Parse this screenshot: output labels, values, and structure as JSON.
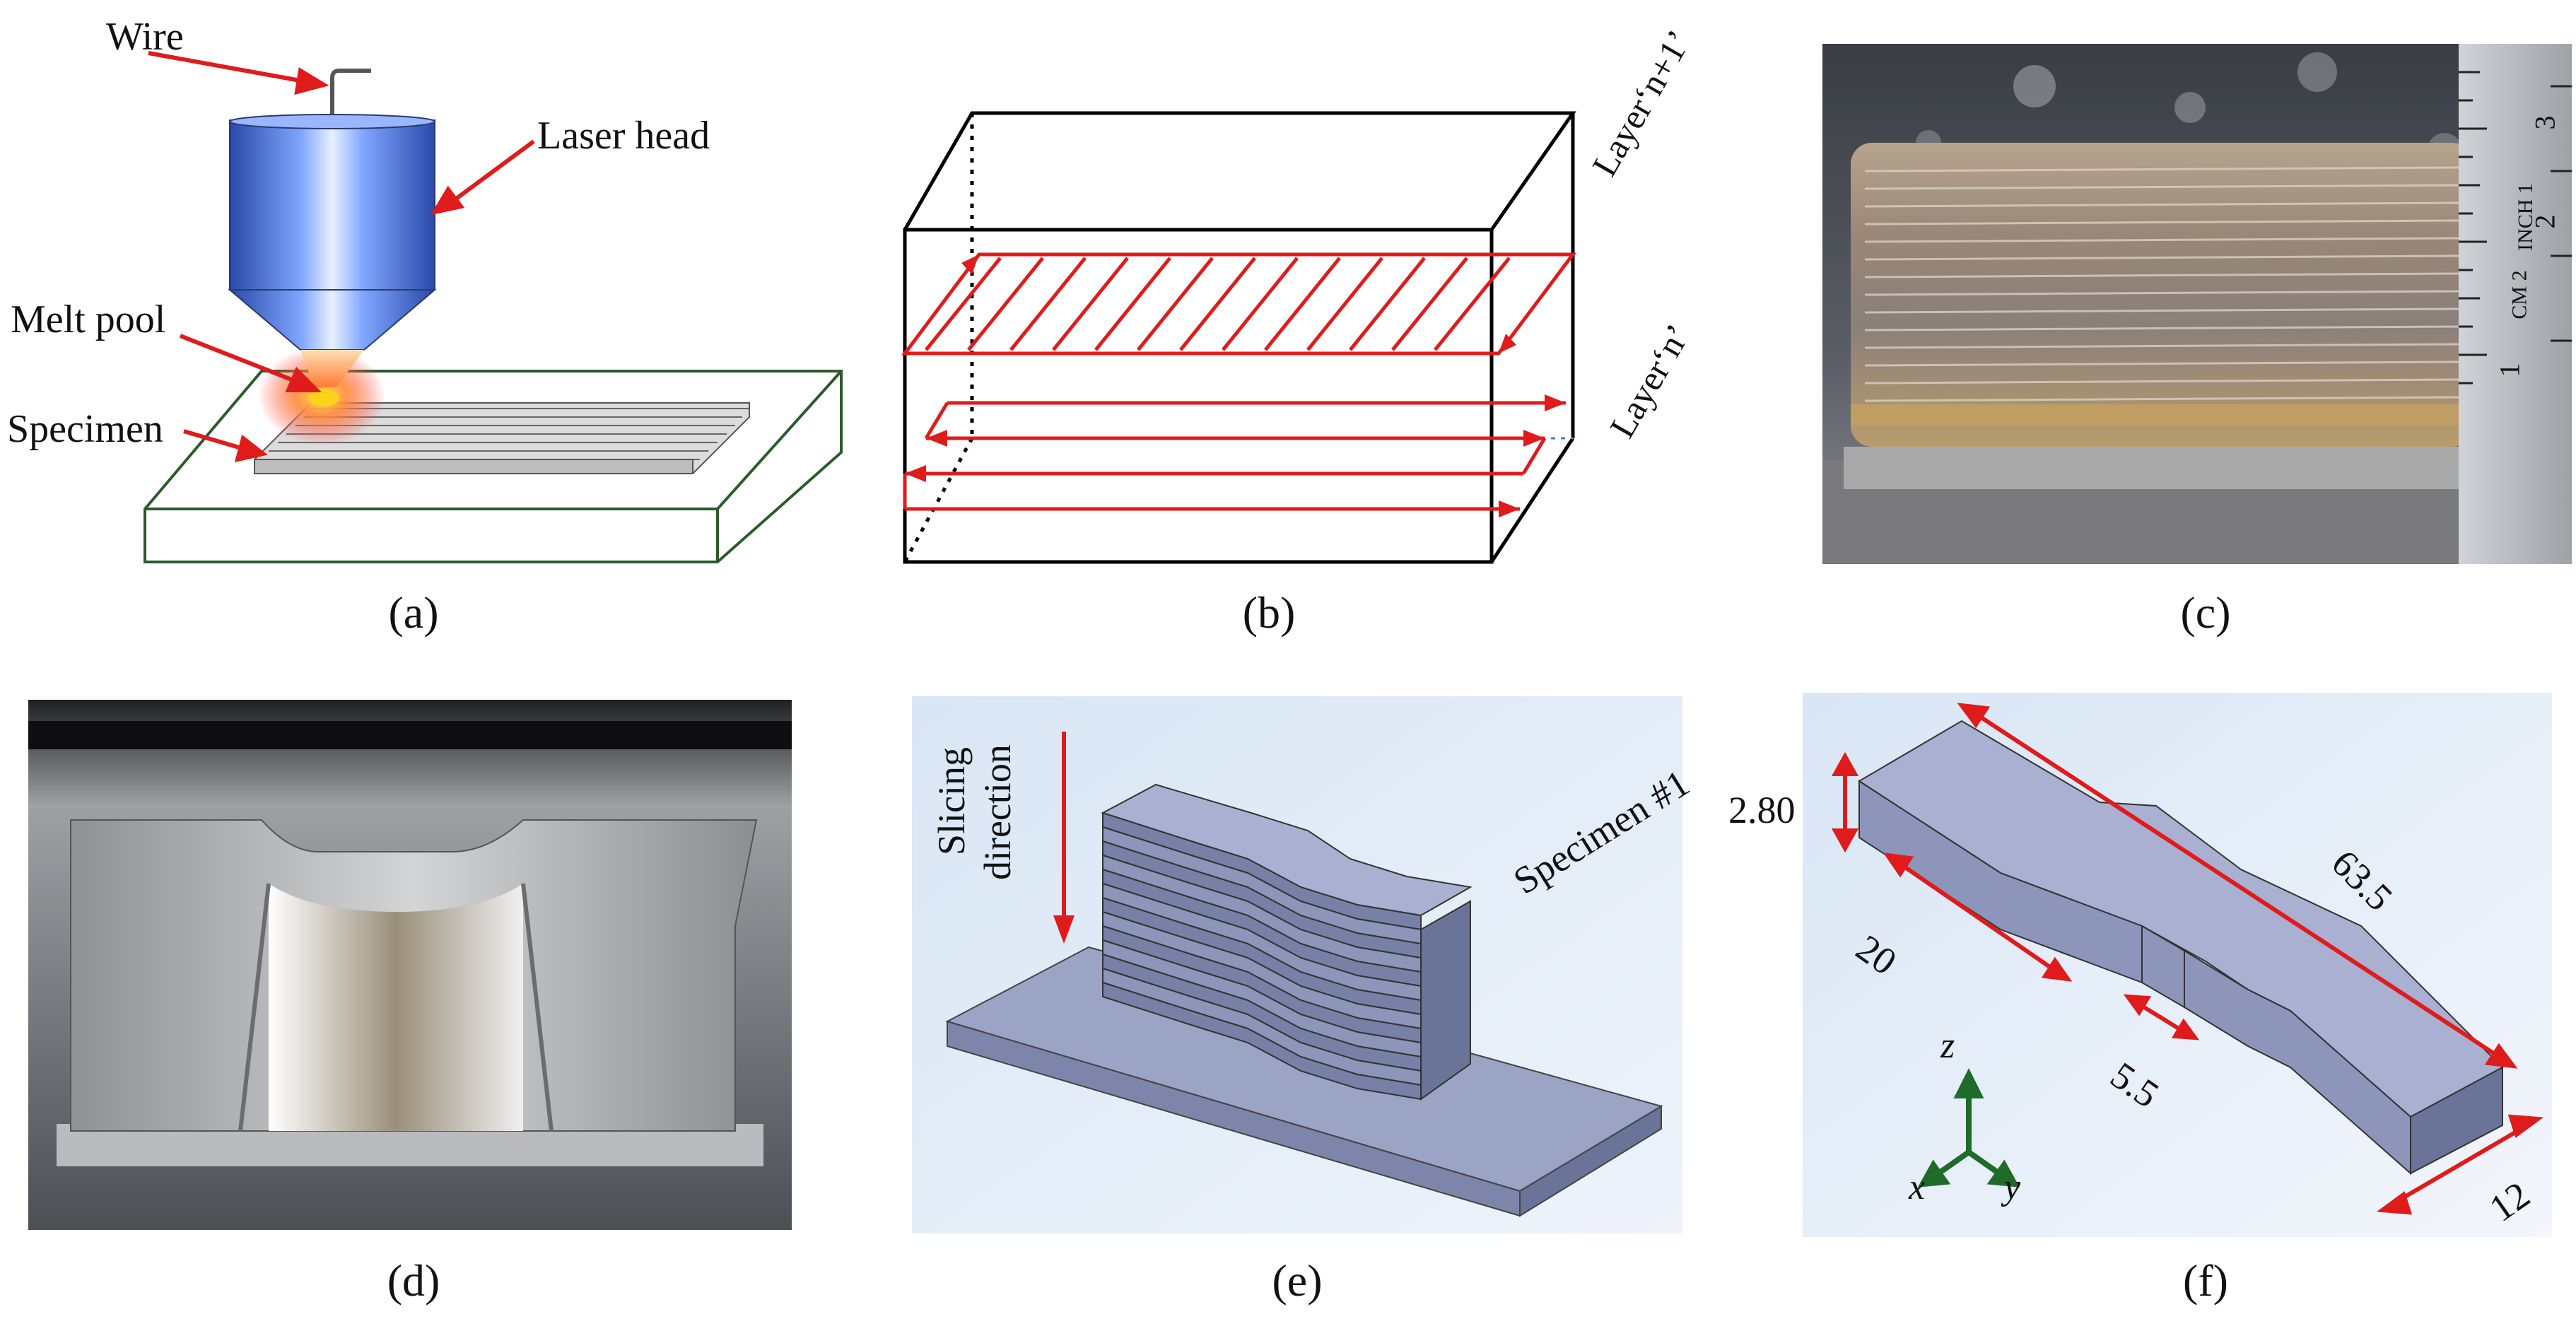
{
  "panel_a": {
    "caption": "(a)",
    "labels": {
      "wire": "Wire",
      "laser_head": "Laser head",
      "melt_pool": "Melt pool",
      "specimen": "Specimen"
    }
  },
  "panel_b": {
    "caption": "(b)",
    "labels": {
      "layer_n1": "Layer‘n+1’",
      "layer_n": "Layer‘n’"
    }
  },
  "panel_c": {
    "caption": "(c)",
    "ruler": {
      "inch": "INCH 1",
      "cm": "CM 2",
      "num1": "1",
      "num2": "2",
      "num3": "3"
    }
  },
  "panel_d": {
    "caption": "(d)"
  },
  "panel_e": {
    "caption": "(e)",
    "labels": {
      "slicing": "Slicing",
      "direction": "direction",
      "specimen": "Specimen #1"
    }
  },
  "panel_f": {
    "caption": "(f)",
    "dimensions": {
      "thickness": "2.80",
      "length": "63.5",
      "grip": "20",
      "gauge_width": "5.5",
      "width": "12"
    },
    "axes": {
      "z": "z",
      "x": "x",
      "y": "y"
    }
  },
  "colors": {
    "arrow": "#e01b1b",
    "steel": "#8a93b0",
    "border": "#2d5a2d"
  }
}
